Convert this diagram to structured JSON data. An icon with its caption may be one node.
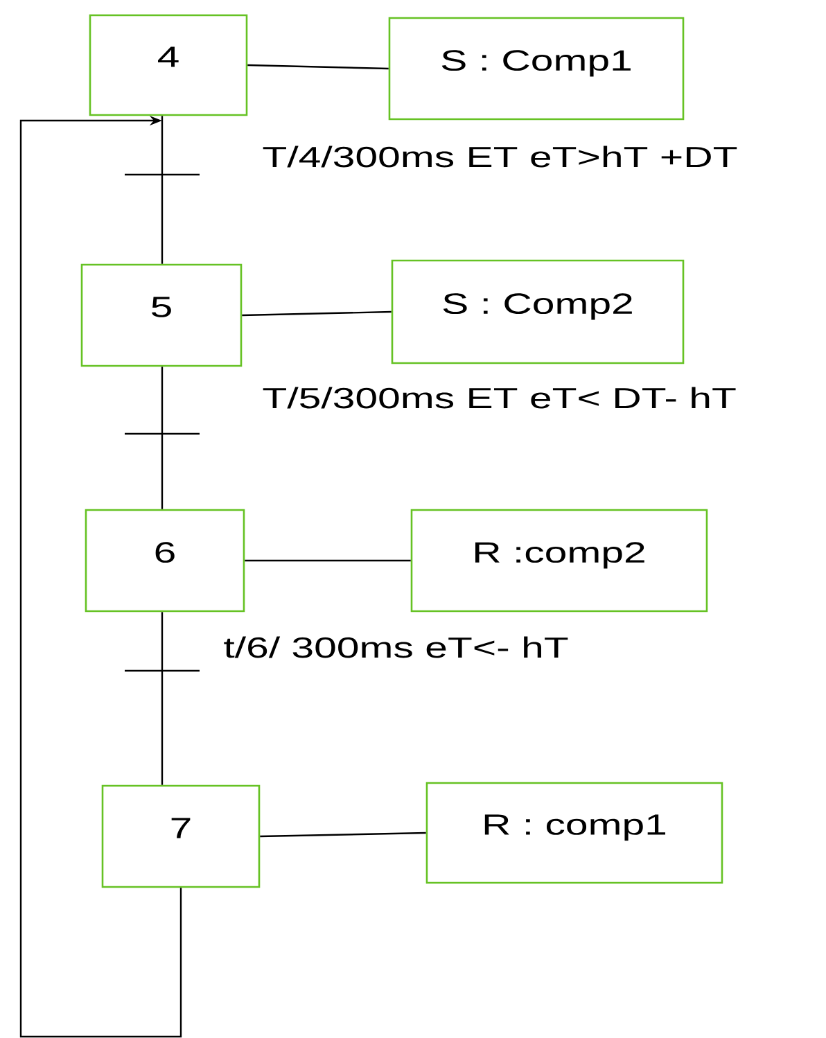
{
  "diagram": {
    "nodes": [
      {
        "text": [
          "4"
        ]
      },
      {
        "text": [
          "S : Comp1"
        ]
      },
      {
        "text": [
          "5"
        ]
      },
      {
        "text": [
          "S : Comp2"
        ]
      },
      {
        "text": [
          "6"
        ]
      },
      {
        "text": [
          "R :comp2"
        ]
      },
      {
        "text": [
          "7"
        ]
      },
      {
        "text": [
          "R : comp1"
        ]
      }
    ],
    "edges": [
      {
        "from": 0,
        "to": 1,
        "arrow": "none"
      },
      {
        "from": 0,
        "to": 2,
        "arrow": "none",
        "label": "T/4/300ms ET eT>hT +DT"
      },
      {
        "from": 2,
        "to": 3,
        "arrow": "none"
      },
      {
        "from": 2,
        "to": 4,
        "arrow": "none",
        "label": "T/5/300ms ET eT< DT- hT"
      },
      {
        "from": 4,
        "to": 5,
        "arrow": "none"
      },
      {
        "from": 4,
        "to": 6,
        "arrow": "none",
        "label": "t/6/ 300ms eT<- hT"
      },
      {
        "from": 6,
        "to": 7,
        "arrow": "none"
      },
      {
        "from": 6,
        "to": 0,
        "arrow": "to"
      }
    ]
  }
}
